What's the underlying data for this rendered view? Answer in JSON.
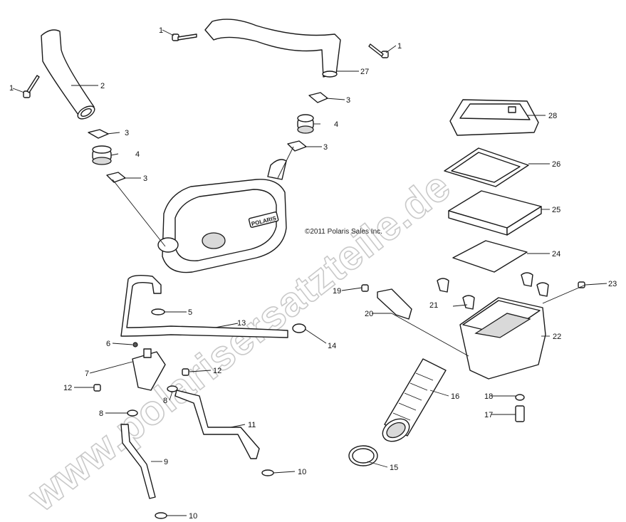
{
  "copyright": "©2011 Polaris Sales Inc.",
  "watermark": "www.polarisersatzteile.de",
  "brand_mark": "POLARIS",
  "callouts": [
    "1",
    "1",
    "1",
    "2",
    "3",
    "3",
    "3",
    "3",
    "4",
    "4",
    "5",
    "6",
    "7",
    "8",
    "8",
    "9",
    "10",
    "10",
    "11",
    "12",
    "12",
    "13",
    "14",
    "15",
    "16",
    "17",
    "18",
    "19",
    "20",
    "21",
    "22",
    "23",
    "24",
    "25",
    "26",
    "27",
    "28"
  ]
}
